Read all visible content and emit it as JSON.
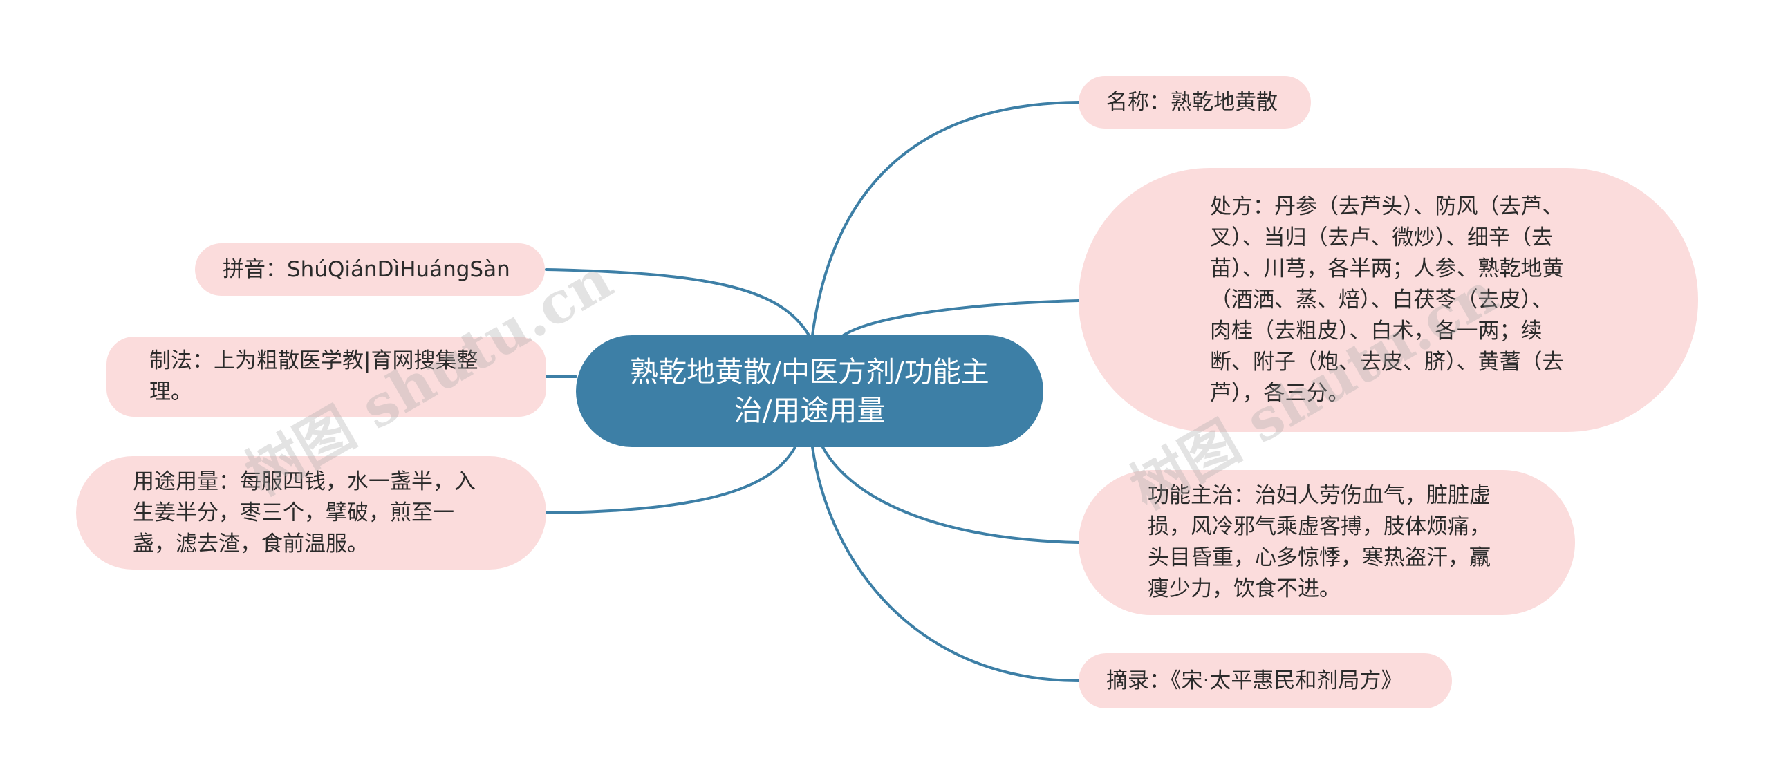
{
  "root": {
    "label": "熟乾地黄散/中医方剂/功能主治/用途用量"
  },
  "left_nodes": {
    "pinyin": "拼音：ShúQiánDìHuángSàn",
    "method": "制法：上为粗散医学教|育网搜集整理。",
    "usage": "用途用量：每服四钱，水一盏半，入生姜半分，枣三个，擘破，煎至一盏，滤去渣，食前温服。"
  },
  "right_nodes": {
    "name": "名称：熟乾地黄散",
    "prescription": "处方：丹参（去芦头）、防风（去芦、叉）、当归（去卢、微炒）、细辛（去苗）、川芎，各半两；人参、熟乾地黄（酒洒、蒸、焙）、白茯苓（去皮）、肉桂（去粗皮）、白术，各一两；续断、附子（炮、去皮、脐）、黄蓍（去芦），各三分。",
    "function": "功能主治：治妇人劳伤血气，脏脏虚损，风冷邪气乘虚客搏，肢体烦痛，头目昏重，心多惊悸，寒热盗汗，羸瘦少力，饮食不进。",
    "source": "摘录：《宋·太平惠民和剂局方》"
  },
  "watermark": {
    "text": "树图 shutu.cn"
  },
  "colors": {
    "root": "#3d7fa6",
    "node": "#fbdcdc",
    "connector": "#3d7fa6"
  }
}
